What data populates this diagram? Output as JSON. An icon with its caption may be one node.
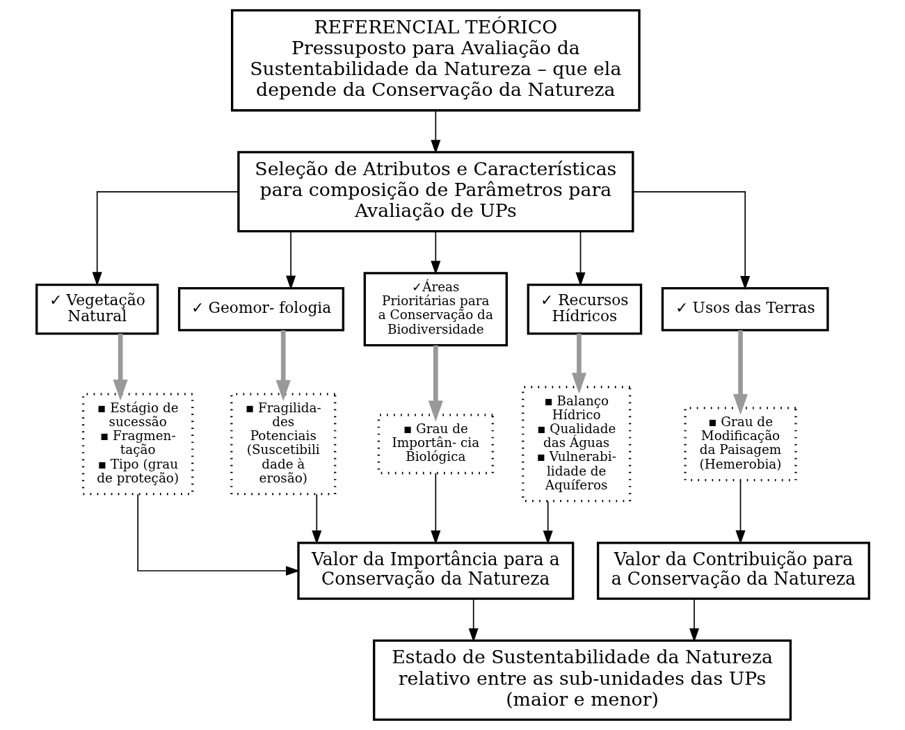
{
  "diagram": {
    "nodes": [
      {
        "text": [
          "REFERENCIAL TEÓRICO",
          "Pressuposto para Avaliação da Sustentabilidade da Natureza – que ela depende da Conservação da Natureza"
        ]
      },
      {
        "text": [
          "Seleção de Atributos e Características para composição de Parâmetros para Avaliação de UPs"
        ]
      },
      {
        "text": [
          "✓ Vegetação Natural"
        ]
      },
      {
        "text": [
          "✓ Geomor- fologia"
        ]
      },
      {
        "text": [
          "✓Áreas Prioritárias para a Conservação da Biodiversidade"
        ]
      },
      {
        "text": [
          "✓ Recursos Hídricos"
        ]
      },
      {
        "text": [
          "✓ Usos das Terras"
        ]
      },
      {
        "text": [
          "▪ Estágio de sucessão",
          "▪ Fragmen- tação",
          "▪ Tipo (grau de proteção)"
        ]
      },
      {
        "text": [
          "▪ Fragilida- des Potenciais (Suscetibili dade à erosão)"
        ]
      },
      {
        "text": [
          "▪ Grau de Importân- cia Biológica"
        ]
      },
      {
        "text": [
          "▪ Balanço Hídrico",
          "▪ Qualidade das Águas",
          "▪ Vulnerabi- lidade de Aquíferos"
        ]
      },
      {
        "text": [
          "▪ Grau de Modificação da Paisagem (Hemerobia)"
        ]
      },
      {
        "text": [
          "Valor da Importância para a Conservação da Natureza"
        ]
      },
      {
        "text": [
          "Valor da Contribuição para a Conservação da Natureza"
        ]
      },
      {
        "text": [
          "Estado de Sustentabilidade da Natureza relativo entre as sub-unidades das UPs (maior e menor)"
        ]
      }
    ],
    "edges": [
      {
        "from": 0,
        "to": 1,
        "arrow": "to"
      },
      {
        "from": 1,
        "to": 2,
        "arrow": "to"
      },
      {
        "from": 1,
        "to": 3,
        "arrow": "to"
      },
      {
        "from": 1,
        "to": 4,
        "arrow": "to"
      },
      {
        "from": 1,
        "to": 5,
        "arrow": "to"
      },
      {
        "from": 1,
        "to": 6,
        "arrow": "to"
      },
      {
        "from": 2,
        "to": 7,
        "arrow": "to",
        "style": "thick",
        "color": "#999999"
      },
      {
        "from": 3,
        "to": 8,
        "arrow": "to",
        "style": "thick",
        "color": "#999999"
      },
      {
        "from": 4,
        "to": 9,
        "arrow": "to",
        "style": "thick",
        "color": "#999999"
      },
      {
        "from": 5,
        "to": 10,
        "arrow": "to",
        "style": "thick",
        "color": "#999999"
      },
      {
        "from": 6,
        "to": 11,
        "arrow": "to",
        "style": "thick",
        "color": "#999999"
      },
      {
        "from": 7,
        "to": 12,
        "arrow": "to"
      },
      {
        "from": 8,
        "to": 12,
        "arrow": "to"
      },
      {
        "from": 9,
        "to": 12,
        "arrow": "to"
      },
      {
        "from": 10,
        "to": 12,
        "arrow": "to"
      },
      {
        "from": 11,
        "to": 13,
        "arrow": "to"
      },
      {
        "from": 12,
        "to": 14,
        "arrow": "to"
      },
      {
        "from": 13,
        "to": 14,
        "arrow": "to"
      }
    ]
  }
}
